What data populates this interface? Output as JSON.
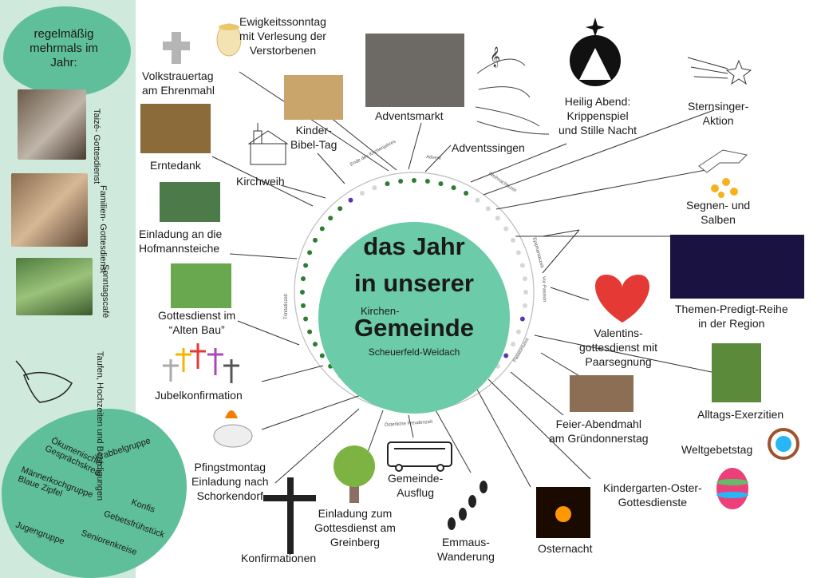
{
  "center": {
    "title_line1": "das Jahr",
    "title_line2": "in unserer",
    "title_small": "Kirchen-",
    "title_line3": "Gemeinde",
    "subtitle": "Scheuerfeld-Weidach"
  },
  "sidebar": {
    "heading": "regelmäßig\nmehrmals im\nJahr:",
    "items": [
      {
        "label": "Taizé-\nGottesdienst"
      },
      {
        "label": "Familien-\nGottesdienst"
      },
      {
        "label": "Sonntagscafé"
      },
      {
        "label": "Taufen,\nHochzeiten und\nBeerdigungen"
      }
    ]
  },
  "groups": [
    "Krabbelgruppe",
    "Ökumenischer\nGesprächskreis",
    "Konfis",
    "Männerkochgruppe\nBlaue Zipfel",
    "Gebetsfrühstück",
    "Jugengruppe",
    "Seniorenkreise"
  ],
  "events": {
    "ewigkeitssonntag": "Ewigkeitssonntag\nmit Verlesung der\nVerstorbenen",
    "volkstrauertag": "Volkstrauertag\nam Ehrenmahl",
    "kinder_bibel_tag": "Kinder-\nBibel-Tag",
    "adventsmarkt": "Adventsmarkt",
    "adventssingen": "Adventssingen",
    "heilig_abend": "Heilig Abend:\nKrippenspiel\nund Stille Nacht",
    "sternsinger": "Sternsinger-\nAktion",
    "erntedank": "Erntedank",
    "kirchweih": "Kirchweih",
    "segnen": "Segnen- und\nSalben",
    "hofmannsteiche": "Einladung an die\nHofmannsteiche",
    "themen_predigt": "Themen-Predigt-Reihe\nin der Region",
    "alten_bau": "Gottesdienst im\n“Alten Bau”",
    "valentin": "Valentins-\ngottesdienst mit\nPaarsegnung",
    "alltags": "Alltags-Exerzitien",
    "jubelkonfirmation": "Jubelkonfirmation",
    "feier_abendmahl": "Feier-Abendmahl\nam Gründonnerstag",
    "weltgebetstag": "Weltgebetstag",
    "pfingstmontag": "Pfingstmontag\nEinladung nach\nSchorkendorf",
    "gemeinde_ausflug": "Gemeinde-\nAusflug",
    "kindergarten": "Kindergarten-Oster-\nGottesdienste",
    "greinberg": "Einladung zum\nGottesdienst am\nGreinberg",
    "konfirmationen": "Konfirmationen",
    "emmaus": "Emmaus-\nWanderung",
    "osternacht": "Osternacht"
  },
  "season_labels": [
    "Ende des Kirchenjahres",
    "Advent",
    "Weihnachtszeit",
    "Epiphaniaszeit",
    "Vor-Passion",
    "Passionszeit",
    "Österliche Freudenzeit",
    "Trinitatiszeit"
  ],
  "colors": {
    "panel": "#cfe9dc",
    "blob": "#5fbf9a",
    "center": "#6ccba8",
    "dot_green": "#2e7d32",
    "dot_purple": "#5e35b1",
    "dot_red": "#c62828",
    "dot_grey": "#d6d6d6",
    "dot_black": "#222222"
  },
  "icons": {
    "cross": "stone-cross-icon",
    "candle": "candle-icon",
    "nativity": "nativity-icon",
    "star": "shooting-star-icon",
    "hand": "blessing-hand-icon",
    "heart": "heart-icon",
    "dove": "dove-icon",
    "crosses": "colored-crosses-icon",
    "church": "church-sketch-icon",
    "tree": "tree-icon",
    "bus": "bus-icon",
    "footprints": "footprints-icon",
    "big_cross": "big-cross-icon",
    "egg": "easter-egg-icon",
    "globe": "world-prayer-icon",
    "music": "music-notes-icon"
  }
}
